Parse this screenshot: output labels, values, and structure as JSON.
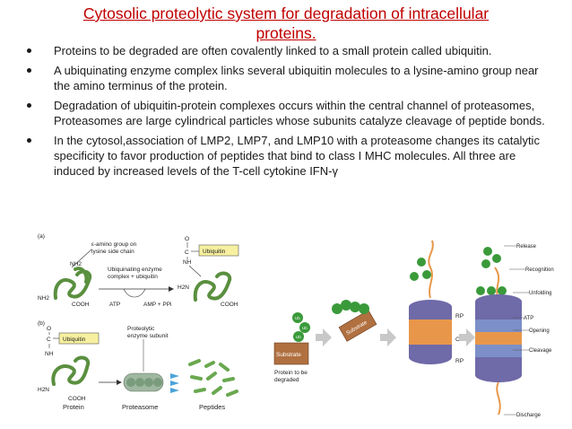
{
  "slide": {
    "title_line1": "Cytosolic proteolytic system for degradation of intracellular",
    "title_line2": "proteins.",
    "bullets": [
      "Proteins to be degraded are often covalently linked to a small protein called ubiquitin.",
      "A ubiquinating enzyme complex links several ubiquitin molecules to a lysine-amino group near the amino terminus of the protein.",
      "Degradation of ubiquitin-protein complexes occurs within the central channel of proteasomes, Proteasomes are large cylindrical particles whose subunits catalyze cleavage of peptide bonds.",
      "In the cytosol,association of LMP2, LMP7, and LMP10 with a proteasome changes its catalytic specificity to favor production of peptides that bind to class I MHC molecules. All three are induced by increased levels of the T-cell cytokine IFN-γ"
    ]
  },
  "figure_left": {
    "panel_a": "(a)",
    "panel_b": "(b)",
    "e_amino_label_1": "ε-amino group on",
    "e_amino_label_2": "lysine side chain",
    "nh2_a": "NH2",
    "nh2_b": "NH2",
    "cooh_a": "COOH",
    "enzyme_label_1": "Ubiquinating enzyme",
    "enzyme_label_2": "complex + ubiquitin",
    "atp": "ATP",
    "amp": "AMP + PPi",
    "ubiquitin_a": "Ubiquitin",
    "o_a": "O",
    "c_a": "C",
    "nh_a": "NH",
    "h2n_a": "H2N",
    "cooh_a2": "COOH",
    "o_b": "O",
    "c_b": "C",
    "ubiquitin_b": "Ubiquitin",
    "nh_b": "NH",
    "h2n_b": "H2N",
    "cooh_b": "COOH",
    "proteolytic_1": "Proteolytic",
    "proteolytic_2": "enzyme subunit",
    "label_protein": "Protein",
    "label_proteasome": "Proteasome",
    "label_peptides": "Peptides"
  },
  "figure_right": {
    "substrate_box": "Substrate",
    "protein_label_1": "Protein to be",
    "protein_label_2": "degraded",
    "substrate_tilted": "Substrate",
    "ub_letter": "Ub",
    "rp_top": "RP",
    "cp": "CP",
    "rp_bottom": "RP",
    "release": "Release",
    "recognition": "Recognition",
    "unfolding": "Unfolding",
    "atp": "ATP",
    "opening": "Opening",
    "cleavage": "Cleavage",
    "discharge": "Discharge"
  },
  "colors": {
    "title": "#c00000",
    "protein_green": "#6aa84f",
    "ubiquitin_fill": "#f7f0a0",
    "ub_ball": "#3a9a3a",
    "proteasome_blue": "#7d8fc8",
    "proteasome_orange": "#e8974a",
    "cap_purple": "#6f6aa8",
    "substrate_brown": "#b07040"
  }
}
